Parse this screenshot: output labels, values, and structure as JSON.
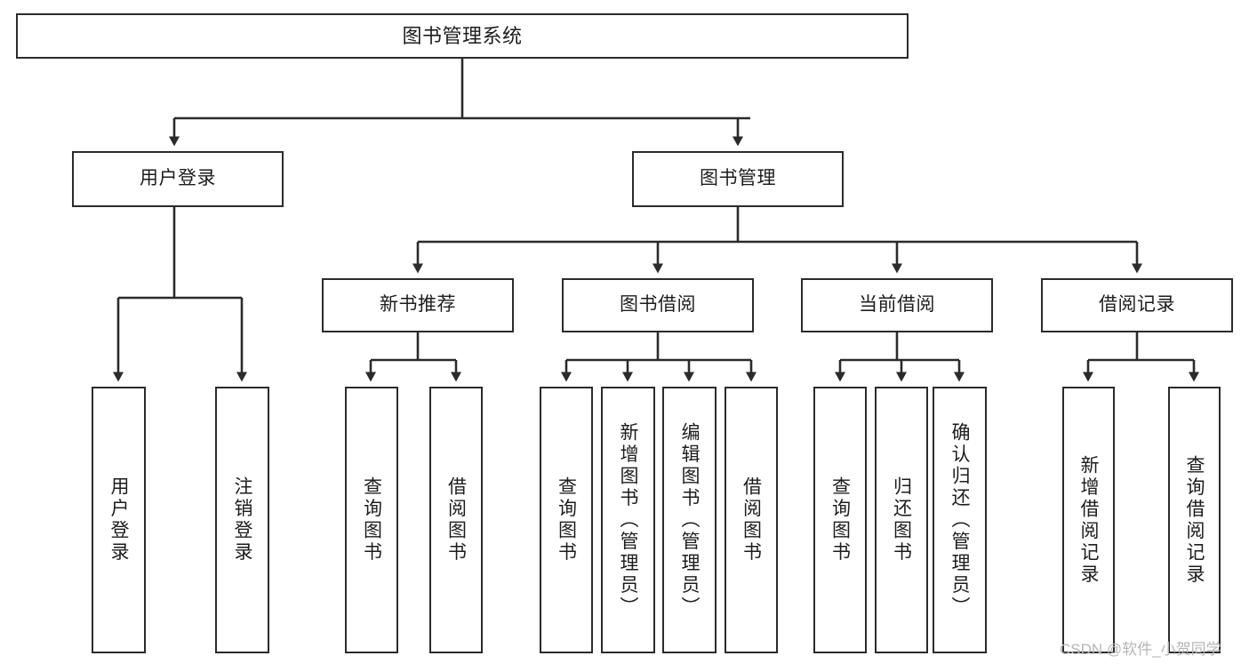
{
  "diagram": {
    "title": "图书管理系统",
    "type": "function-structure-tree",
    "root": {
      "label": "图书管理系统"
    },
    "level2": [
      {
        "label": "用户登录"
      },
      {
        "label": "图书管理"
      }
    ],
    "level3": [
      {
        "label": "新书推荐"
      },
      {
        "label": "图书借阅"
      },
      {
        "label": "当前借阅"
      },
      {
        "label": "借阅记录"
      }
    ],
    "leaves": {
      "user_login": [
        {
          "label": "用户登录"
        },
        {
          "label": "注销登录"
        }
      ],
      "new_book_recommend": [
        {
          "label": "查询图书"
        },
        {
          "label": "借阅图书"
        }
      ],
      "book_borrow": [
        {
          "label": "查询图书"
        },
        {
          "label": "新增图书（管理员）"
        },
        {
          "label": "编辑图书（管理员）"
        },
        {
          "label": "借阅图书"
        }
      ],
      "current_borrow": [
        {
          "label": "查询图书"
        },
        {
          "label": "归还图书"
        },
        {
          "label": "确认归还（管理员）"
        }
      ],
      "borrow_record": [
        {
          "label": "新增借阅记录"
        },
        {
          "label": "查询借阅记录"
        }
      ]
    }
  },
  "watermark": {
    "text": "CSDN @软件_小贺同学"
  },
  "colors": {
    "stroke": "#2b2b2b",
    "fill": "#ffffff",
    "text": "#1d1d1d",
    "watermark": "#b6b6b6"
  }
}
